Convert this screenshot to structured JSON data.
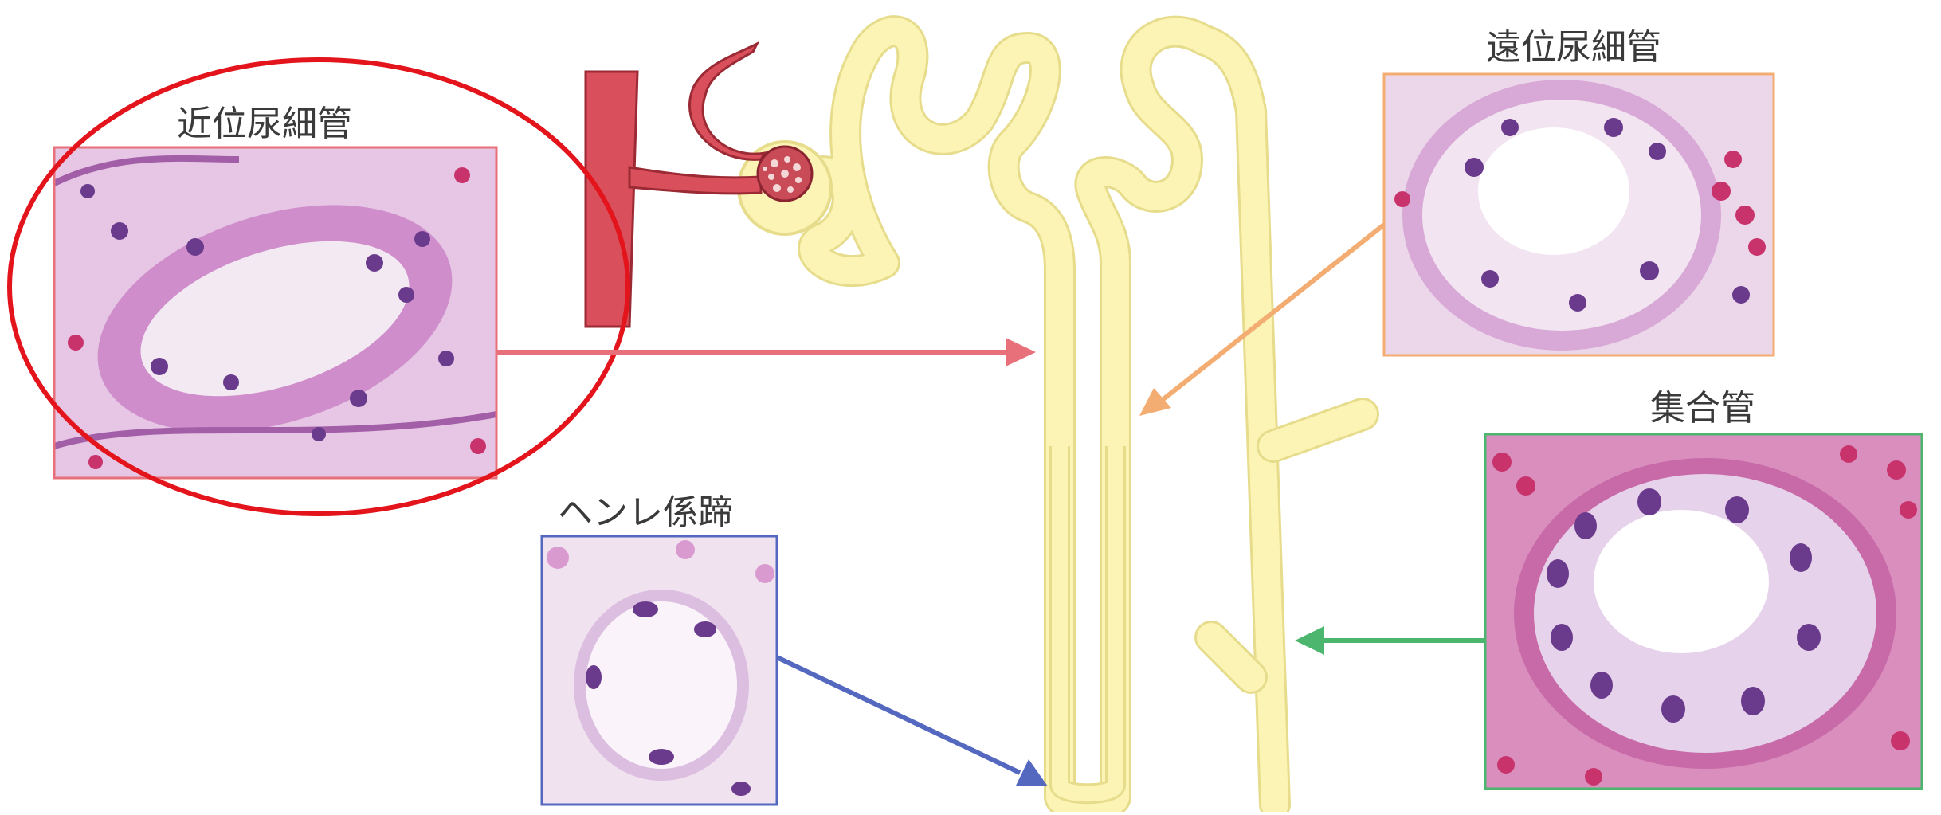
{
  "labels": {
    "proximal": "近位尿細管",
    "distal": "遠位尿細管",
    "collecting": "集合管",
    "henle": "ヘンレ係蹄"
  },
  "colors": {
    "tubule_fill": "#fbf4b4",
    "tubule_edge": "#e6dc8c",
    "vessel": "#d9505c",
    "vessel_edge": "#9c2a34",
    "proximal": "#e8707a",
    "distal": "#f3ad72",
    "collecting": "#4cb56e",
    "henle": "#5468c0",
    "highlight": "#e3141b",
    "tissue_bg": "#ead0e8",
    "tissue_wall": "#c982c4",
    "nucleus": "#6a3a8c",
    "rbc": "#c8336c"
  },
  "icons": {
    "glomerulus": "glomerulus-icon"
  }
}
